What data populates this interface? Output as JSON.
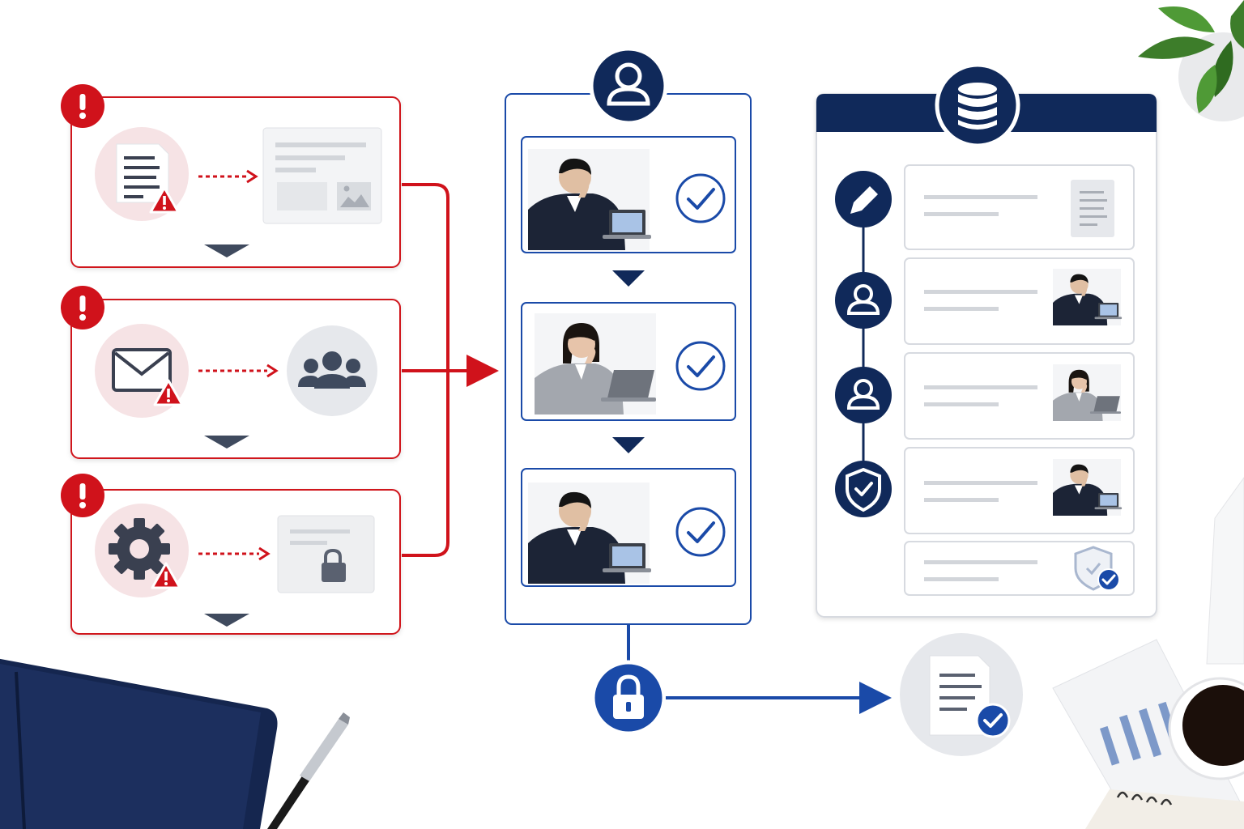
{
  "colors": {
    "alert_red": "#d0121b",
    "navy": "#10295a",
    "blue": "#1a4aa8",
    "panel_bg": "#ffffff",
    "soft_pink": "#f6e3e5",
    "soft_gray": "#e6e8ec",
    "line_gray": "#d7dae0"
  },
  "risk_panels": [
    {
      "name": "document-risk",
      "source_icon": "document-warning-icon",
      "target_icon": "image-page-icon"
    },
    {
      "name": "email-risk",
      "source_icon": "mail-warning-icon",
      "target_icon": "group-icon"
    },
    {
      "name": "settings-risk",
      "source_icon": "gear-warning-icon",
      "target_icon": "locked-page-icon"
    }
  ],
  "review_column": {
    "header_icon": "user-icon",
    "steps": [
      {
        "name": "review-step-1",
        "person": "man-at-laptop",
        "status_icon": "check-circle-icon"
      },
      {
        "name": "review-step-2",
        "person": "woman-at-laptop",
        "status_icon": "check-circle-icon"
      },
      {
        "name": "review-step-3",
        "person": "man-at-laptop",
        "status_icon": "check-circle-icon"
      }
    ],
    "footer_icon": "lock-icon"
  },
  "record_panel": {
    "header_icon": "database-icon",
    "rows": [
      {
        "timeline_icon": "pencil-icon",
        "thumb": "document-thumb-icon"
      },
      {
        "timeline_icon": "user-icon",
        "thumb": "man-at-laptop"
      },
      {
        "timeline_icon": "user-icon",
        "thumb": "woman-at-laptop"
      },
      {
        "timeline_icon": "shield-check-icon",
        "thumb": "man-at-laptop"
      },
      {
        "timeline_icon": "",
        "thumb": "shield-verified-icon"
      }
    ]
  },
  "output": {
    "icon": "verified-document-icon"
  }
}
